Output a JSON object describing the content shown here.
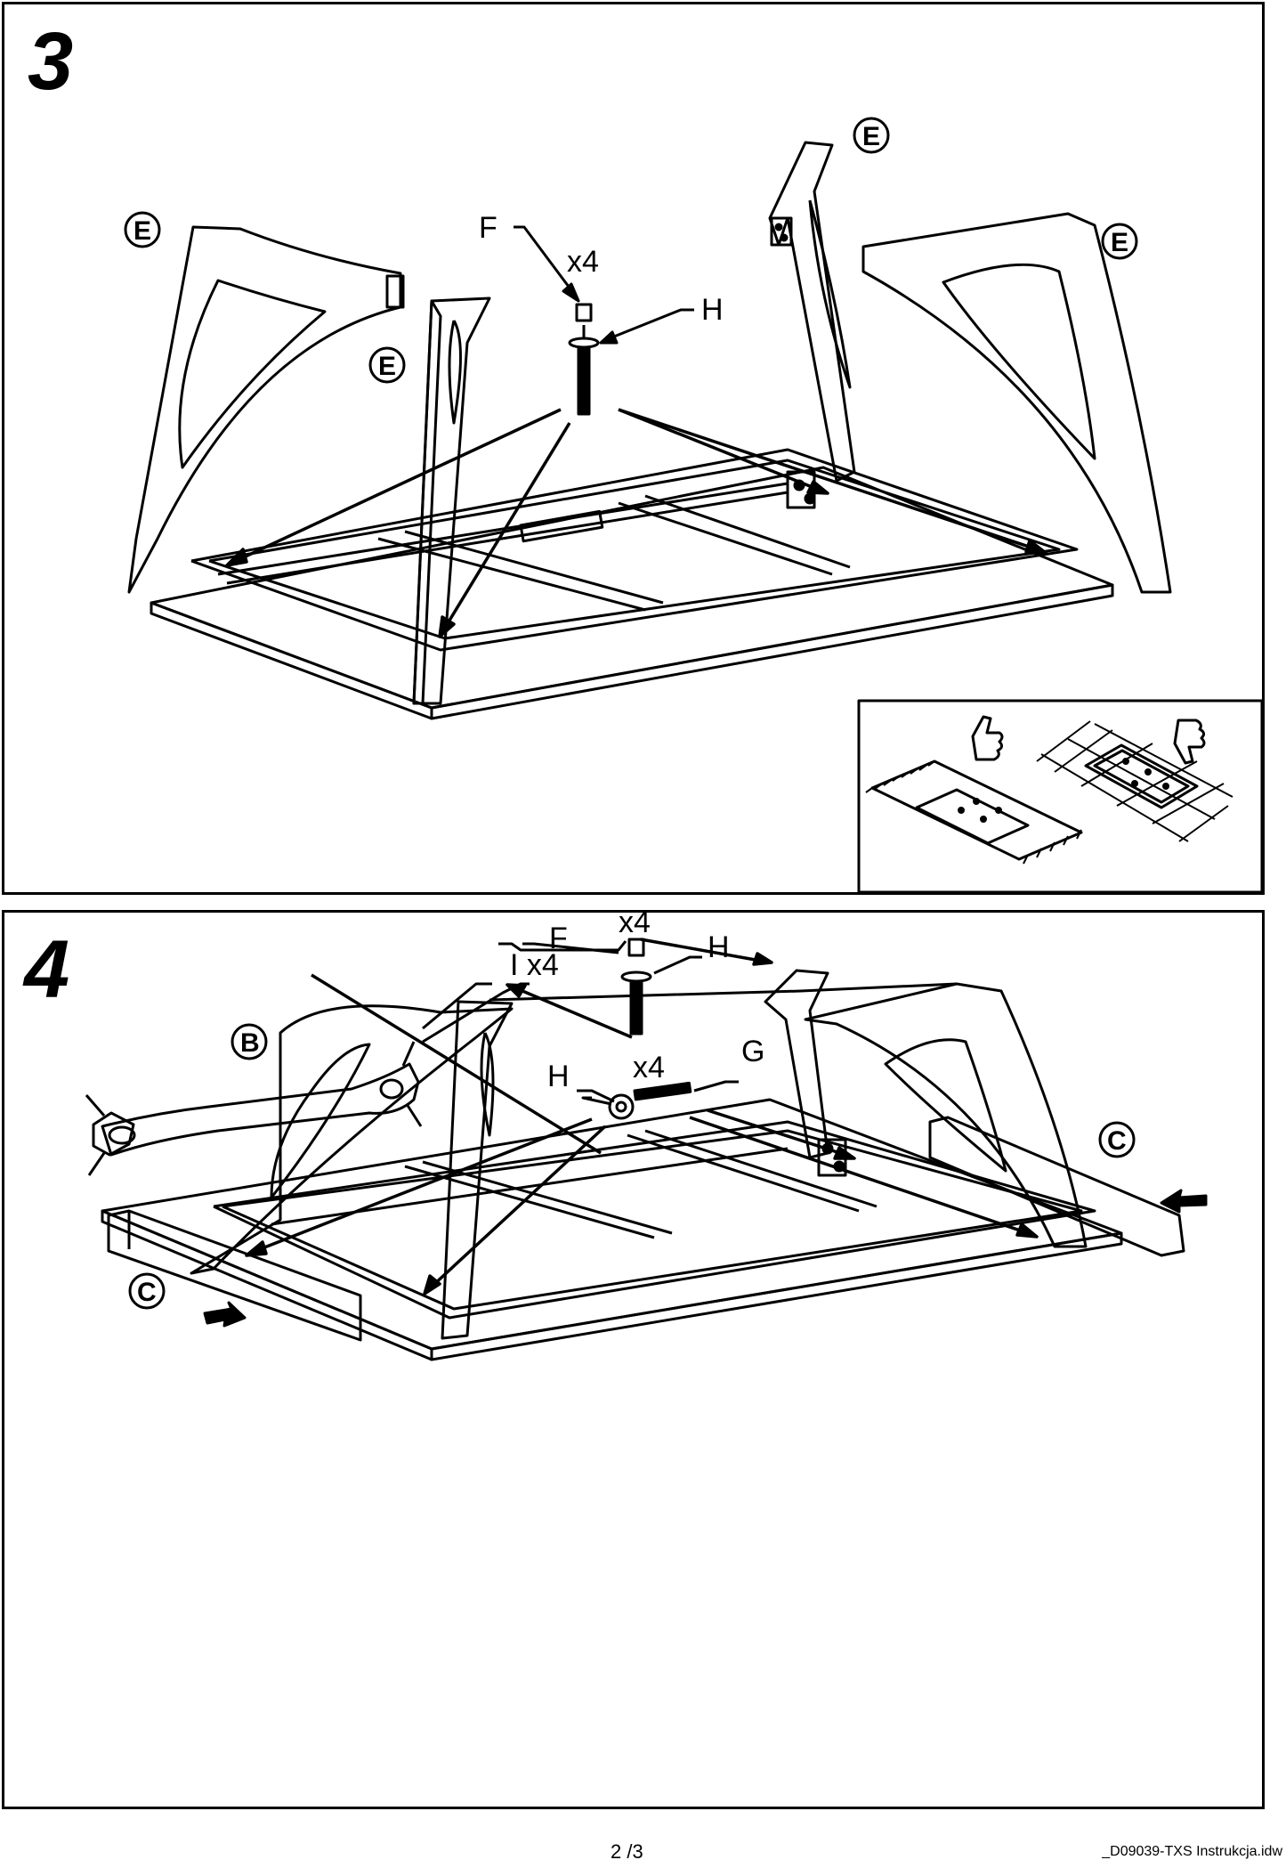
{
  "steps": [
    {
      "number": "3",
      "labels": {
        "F": "F",
        "qty": "x4",
        "H": "H",
        "E1": "E",
        "E2": "E",
        "E3": "E",
        "E4": "E"
      }
    },
    {
      "number": "4",
      "labels": {
        "I": "I x4",
        "B": "B",
        "F": "F",
        "qty1": "x4",
        "H1": "H",
        "H2": "H",
        "qty2": "x4",
        "G": "G",
        "C1": "C",
        "C2": "C"
      }
    }
  ],
  "inset": {
    "good_icon": "thumbs-up-icon",
    "bad_icon": "thumbs-down-icon"
  },
  "footer": {
    "page": "2 /3",
    "file": "_D09039-TXS Instrukcja.idw"
  }
}
